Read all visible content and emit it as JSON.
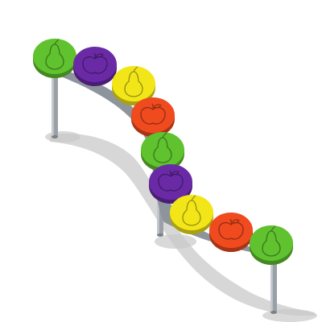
{
  "scene": {
    "background": "#ffffff",
    "shadow_color": "#c9c9c9",
    "post_color": "#9aa0a6",
    "beam_color": "#8d949b",
    "stepping_pads": [
      {
        "fruit": "pear",
        "color": "#5fc22e"
      },
      {
        "fruit": "apple",
        "color": "#6a2aa6"
      },
      {
        "fruit": "pear",
        "color": "#f2e619"
      },
      {
        "fruit": "apple",
        "color": "#f04a1f"
      },
      {
        "fruit": "pear",
        "color": "#5fc22e"
      },
      {
        "fruit": "apple",
        "color": "#6a2aa6"
      },
      {
        "fruit": "pear",
        "color": "#f2e619"
      },
      {
        "fruit": "apple",
        "color": "#f04a1f"
      },
      {
        "fruit": "pear",
        "color": "#5fc22e"
      }
    ]
  }
}
